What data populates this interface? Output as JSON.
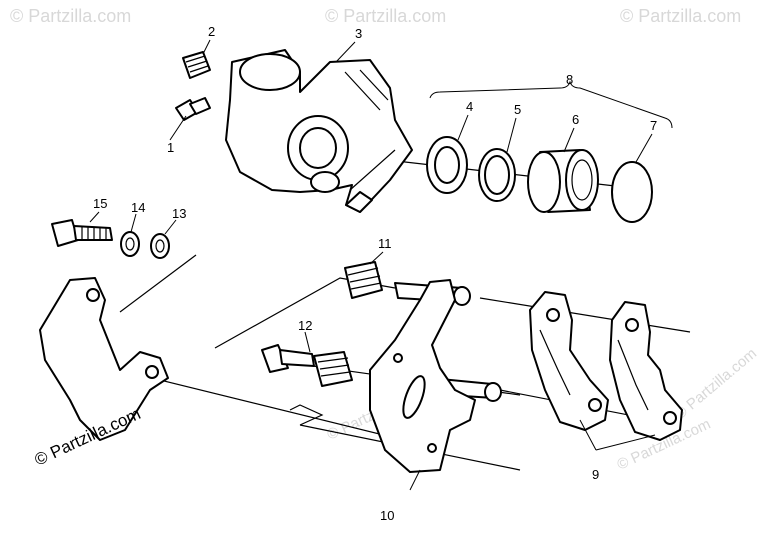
{
  "watermark": {
    "text": "© Partzilla.com",
    "color": "#d8d8d8"
  },
  "copyright": "© Partzilla.com",
  "callouts": [
    "1",
    "2",
    "3",
    "4",
    "5",
    "6",
    "7",
    "8",
    "9",
    "10",
    "11",
    "12",
    "13",
    "14",
    "15"
  ],
  "icons": {
    "caliper-body": "caliper",
    "bracket": "mounting-bracket",
    "pads": "brake-pads"
  }
}
